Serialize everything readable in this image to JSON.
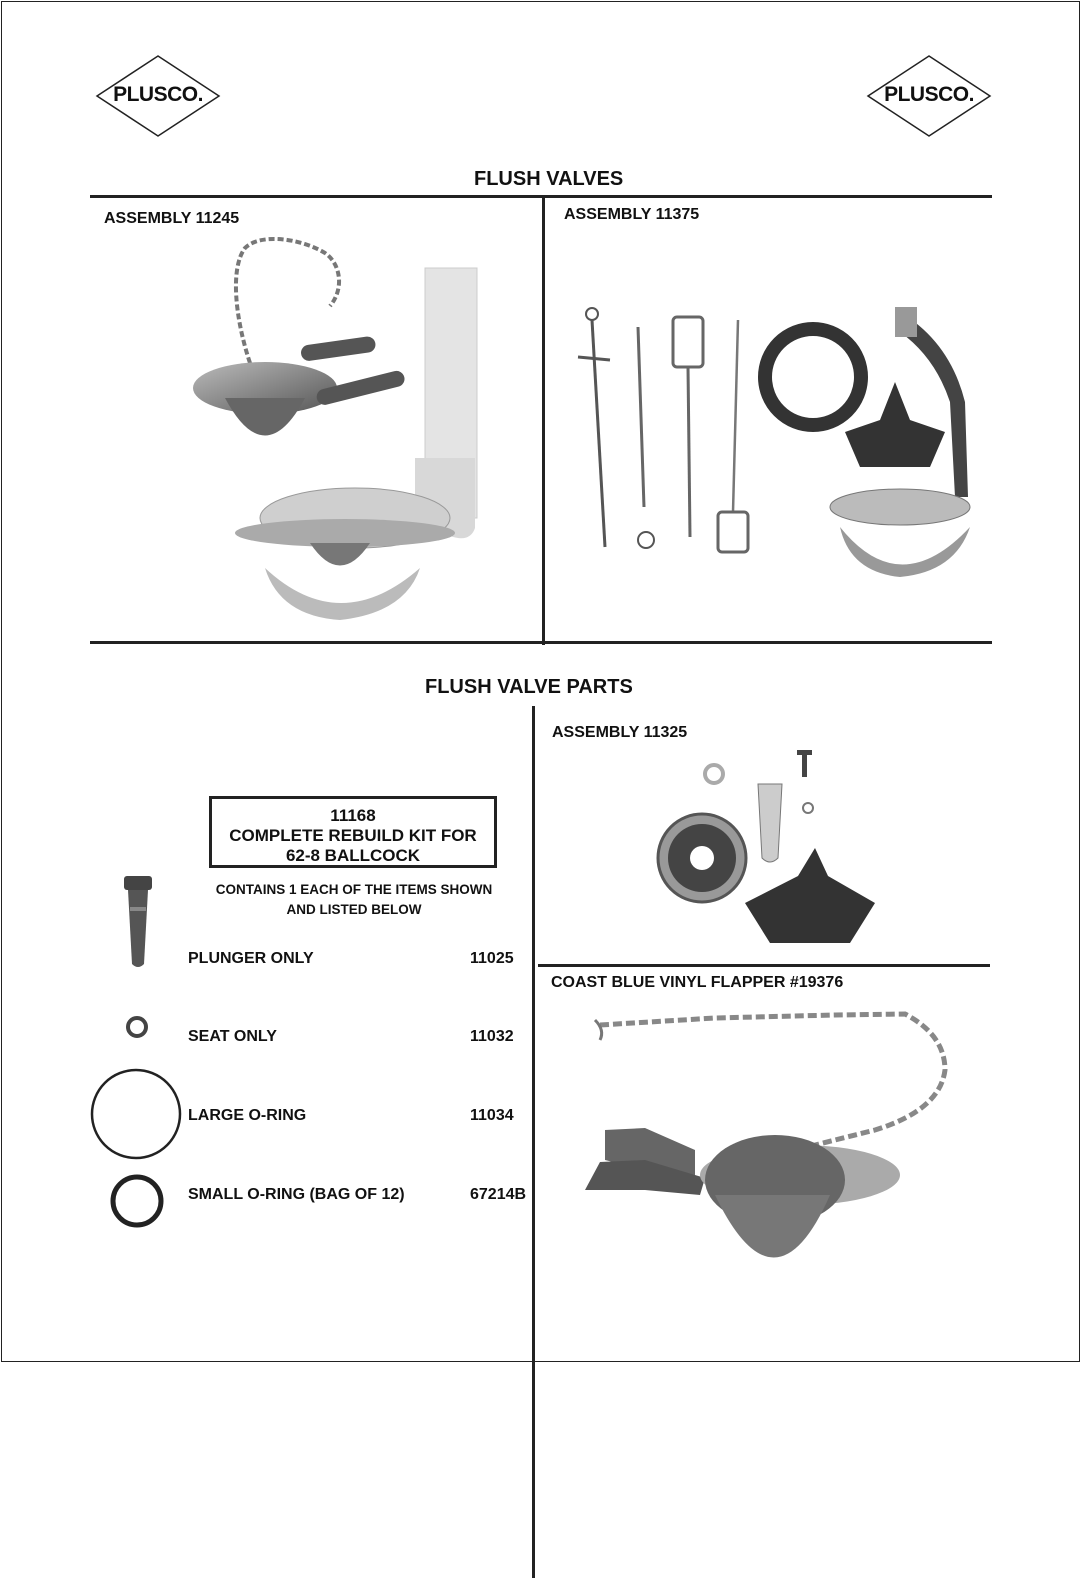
{
  "brand": {
    "logo_left": "PLUSCO.",
    "logo_right": "PLUSCO."
  },
  "flush_valves": {
    "title": "FLUSH VALVES",
    "left_assembly": "ASSEMBLY 11245",
    "right_assembly": "ASSEMBLY 11375"
  },
  "flush_valve_parts": {
    "title": "FLUSH VALVE PARTS",
    "kit": {
      "number": "11168",
      "line1": "COMPLETE REBUILD KIT FOR",
      "line2": "62-8 BALLCOCK"
    },
    "contains_line1": "CONTAINS 1 EACH OF THE ITEMS SHOWN",
    "contains_line2": "AND LISTED BELOW",
    "parts": [
      {
        "name": "PLUNGER ONLY",
        "number": "11025"
      },
      {
        "name": "SEAT ONLY",
        "number": "11032"
      },
      {
        "name": "LARGE O-RING",
        "number": "11034"
      },
      {
        "name": "SMALL O-RING (BAG OF 12)",
        "number": "67214B"
      }
    ],
    "assembly_11325": "ASSEMBLY 11325",
    "flapper": "COAST BLUE VINYL FLAPPER #19376"
  }
}
